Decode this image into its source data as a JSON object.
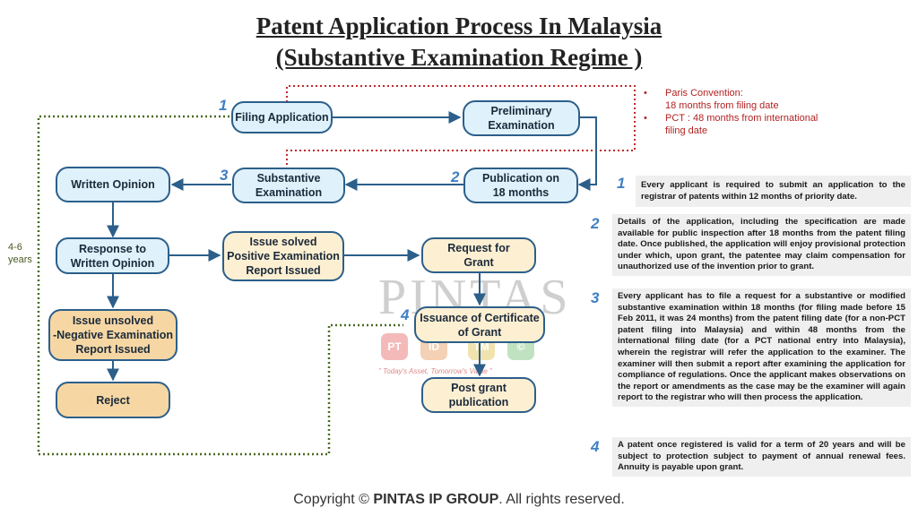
{
  "title": {
    "line1": "Patent Application Process In Malaysia",
    "line2": "(Substantive Examination Regime )"
  },
  "nodes": {
    "filing": "Filing Application",
    "preliminary": "Preliminary\nExamination",
    "substantive": "Substantive\nExamination",
    "publication": "Publication on\n18 months",
    "written_opinion": "Written Opinion",
    "response": "Response to\nWritten Opinion",
    "issue_solved": "Issue solved\nPositive Examination\nReport Issued",
    "request_grant": "Request for\nGrant",
    "issue_unsolved": "Issue unsolved\n-Negative Examination\nReport Issued",
    "issuance": "Issuance of Certificate\nof Grant",
    "reject": "Reject",
    "post_grant": "Post grant\npublication"
  },
  "step_numbers": [
    "1",
    "2",
    "3",
    "4"
  ],
  "side_label": "4-6\nyears",
  "convention_notes": [
    {
      "bullet": "•",
      "text": "Paris Convention:\n18 months from filing date"
    },
    {
      "bullet": "•",
      "text": "PCT : 48 months from international\nfiling date"
    }
  ],
  "notes": [
    {
      "number": "1",
      "text": "Every applicant is required to submit an application to the registrar of patents within 12 months of priority date."
    },
    {
      "number": "2",
      "text": "Details of the application, including the specification are made available for public inspection after 18 months from the patent filing date. Once published, the application will enjoy provisional protection under which, upon grant, the patentee may claim compensation for unauthorized use of the invention prior to grant."
    },
    {
      "number": "3",
      "text": "Every applicant has to file a request for a substantive or modified substantive examination within 18 months (for filing made before 15 Feb 2011, it was 24 months) from the patent filing date (for a non-PCT patent filing into Malaysia) and within 48 months from the international filing date (for a PCT national entry into Malaysia), wherein the registrar will refer the application to the examiner. The examiner will then submit a report after examining the application for compliance of regulations. Once the applicant makes observations on the report or amendments as the case may be the examiner will again report to the registrar who will then process the application."
    },
    {
      "number": "4",
      "text": "A patent once registered is valid for a term of 20 years and will be subject to protection subject to payment of annual renewal fees. Annuity is payable upon grant."
    }
  ],
  "watermark": {
    "brand": "PINTAS",
    "badges": [
      "PT",
      "ID",
      "TM",
      "©"
    ],
    "tagline": "\" Today's Asset, Tomorrow's Value \""
  },
  "copyright": {
    "prefix": "Copyright © ",
    "brand": "PINTAS IP GROUP",
    "suffix": ". All rights reserved."
  },
  "colors": {
    "node_border": "#2c5f8a",
    "node_blue_fill": "#dff1fb",
    "node_cream_fill": "#fdefd2",
    "node_tan_fill": "#f6d7a4",
    "arrow": "#2c5f8a",
    "red_dotted": "#c0282d",
    "green_dotted": "#4a6a20",
    "step_number": "#3f7fc4",
    "note_text_red": "#b22222"
  }
}
